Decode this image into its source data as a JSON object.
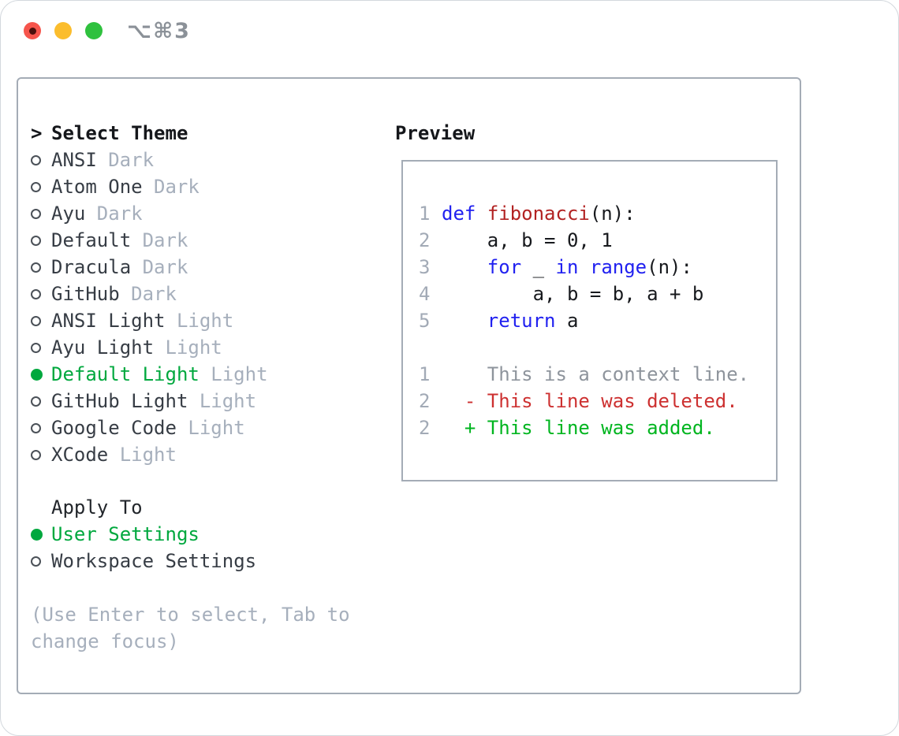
{
  "window": {
    "shortcut": "⌥⌘3",
    "traffic_lights": [
      "close",
      "minimize",
      "zoom"
    ]
  },
  "theme_panel": {
    "prompt": ">",
    "title": "Select Theme",
    "items": [
      {
        "name": "ANSI",
        "variant": "Dark",
        "selected": false
      },
      {
        "name": "Atom One",
        "variant": "Dark",
        "selected": false
      },
      {
        "name": "Ayu",
        "variant": "Dark",
        "selected": false
      },
      {
        "name": "Default",
        "variant": "Dark",
        "selected": false
      },
      {
        "name": "Dracula",
        "variant": "Dark",
        "selected": false
      },
      {
        "name": "GitHub",
        "variant": "Dark",
        "selected": false
      },
      {
        "name": "ANSI Light",
        "variant": "Light",
        "selected": false
      },
      {
        "name": "Ayu Light",
        "variant": "Light",
        "selected": false
      },
      {
        "name": "Default Light",
        "variant": "Light",
        "selected": true
      },
      {
        "name": "GitHub Light",
        "variant": "Light",
        "selected": false
      },
      {
        "name": "Google Code",
        "variant": "Light",
        "selected": false
      },
      {
        "name": "XCode",
        "variant": "Light",
        "selected": false
      }
    ]
  },
  "apply_to": {
    "title": "Apply To",
    "options": [
      {
        "label": "User Settings",
        "selected": true
      },
      {
        "label": "Workspace Settings",
        "selected": false
      }
    ]
  },
  "help_lines": [
    "(Use Enter to select, Tab to",
    "change focus)"
  ],
  "preview": {
    "title": "Preview",
    "code": [
      {
        "num": "1",
        "tokens": [
          {
            "t": "def",
            "c": "kw"
          },
          {
            "t": " ",
            "c": "pl"
          },
          {
            "t": "fibonacci",
            "c": "fn"
          },
          {
            "t": "(n):",
            "c": "pl"
          }
        ]
      },
      {
        "num": "2",
        "tokens": [
          {
            "t": "    a, b = 0, 1",
            "c": "pl"
          }
        ]
      },
      {
        "num": "3",
        "tokens": [
          {
            "t": "    ",
            "c": "pl"
          },
          {
            "t": "for",
            "c": "kw"
          },
          {
            "t": " _ ",
            "c": "pl"
          },
          {
            "t": "in",
            "c": "kw"
          },
          {
            "t": " ",
            "c": "pl"
          },
          {
            "t": "range",
            "c": "kw"
          },
          {
            "t": "(n):",
            "c": "pl"
          }
        ]
      },
      {
        "num": "4",
        "tokens": [
          {
            "t": "        a, b = b, a + b",
            "c": "pl"
          }
        ]
      },
      {
        "num": "5",
        "tokens": [
          {
            "t": "    ",
            "c": "pl"
          },
          {
            "t": "return",
            "c": "kw"
          },
          {
            "t": " a",
            "c": "pl"
          }
        ]
      }
    ],
    "diff": [
      {
        "num": "1",
        "marker": "",
        "text": "This is a context line.",
        "type": "context"
      },
      {
        "num": "2",
        "marker": "-",
        "text": "This line was deleted.",
        "type": "deleted"
      },
      {
        "num": "2",
        "marker": "+",
        "text": "This line was added.",
        "type": "added"
      }
    ]
  },
  "colors": {
    "selected_green": "#00a83e",
    "added_green": "#00b51f",
    "deleted_red": "#cd3131",
    "keyword_blue": "#2121f0",
    "function_red": "#b22222",
    "muted_gray": "#a6afbc",
    "line_number_gray": "#a2aab6",
    "context_gray": "#8e949c",
    "border_gray": "#a4acb6",
    "traffic_red": "#f6554c",
    "traffic_yellow": "#fbbd2d",
    "traffic_green": "#2fc13e"
  }
}
